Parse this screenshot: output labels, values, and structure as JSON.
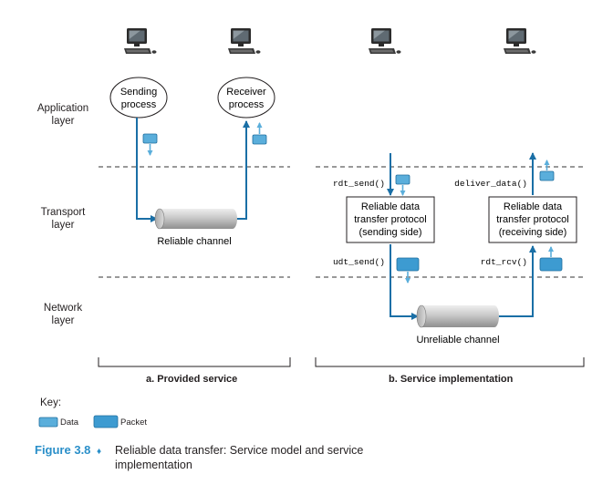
{
  "layers": {
    "application": [
      "Application",
      "layer"
    ],
    "transport": [
      "Transport",
      "layer"
    ],
    "network": [
      "Network",
      "layer"
    ]
  },
  "left": {
    "sending_process": [
      "Sending",
      "process"
    ],
    "receiver_process": [
      "Receiver",
      "process"
    ],
    "channel_label": "Reliable channel",
    "caption": "a. Provided service"
  },
  "right": {
    "rdt_send": "rdt_send()",
    "deliver_data": "deliver_data()",
    "udt_send": "udt_send()",
    "rdt_rcv": "rdt_rcv()",
    "sending_box": [
      "Reliable data",
      "transfer protocol",
      "(sending side)"
    ],
    "receiving_box": [
      "Reliable data",
      "transfer protocol",
      "(receiving side)"
    ],
    "channel_label": "Unreliable channel",
    "caption": "b. Service implementation"
  },
  "key": {
    "title": "Key:",
    "data_label": "Data",
    "packet_label": "Packet"
  },
  "figure": {
    "number": "Figure 3.8",
    "bullet": "♦",
    "caption_line1": "Reliable data transfer: Service model and service",
    "caption_line2": "implementation"
  },
  "colors": {
    "arrow_blue": "#1a6fa6",
    "data_blue": "#5aaedb",
    "packet_blue": "#3d9bd1",
    "figure_blue": "#2a8fc9"
  },
  "icons": [
    "computer-icon",
    "computer-icon",
    "computer-icon",
    "computer-icon"
  ]
}
